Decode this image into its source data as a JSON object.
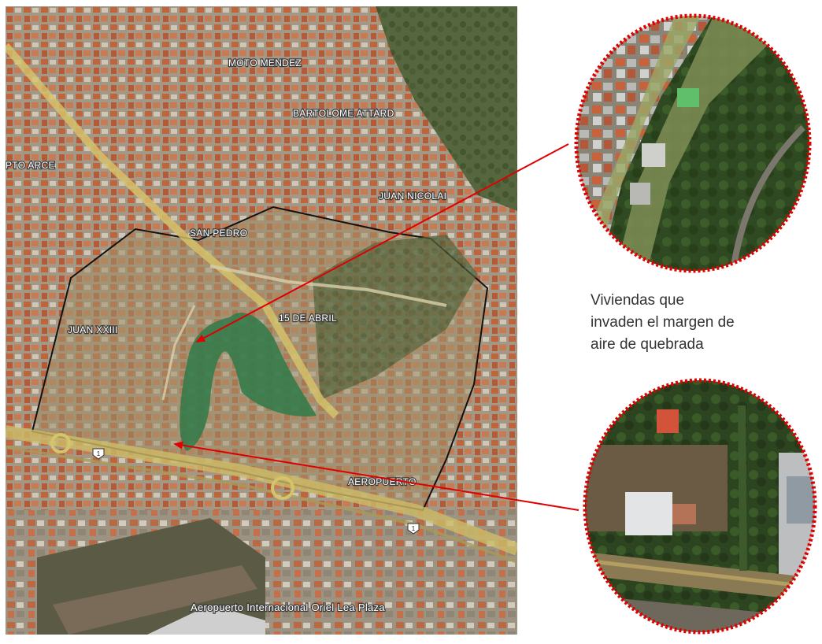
{
  "map": {
    "place_labels": [
      {
        "id": "moto-mendez",
        "text": "MOTO MENDEZ"
      },
      {
        "id": "bartolome-attard",
        "text": "BARTOLOME ATTARD"
      },
      {
        "id": "juan-nicolai",
        "text": "JUAN NICOLAI"
      },
      {
        "id": "san-pedro",
        "text": "SAN PEDRO"
      },
      {
        "id": "15-de-abril",
        "text": "15 DE ABRIL"
      },
      {
        "id": "juan-xxiii",
        "text": "JUAN XXIII"
      },
      {
        "id": "aeropuerto",
        "text": "AEROPUERTO"
      },
      {
        "id": "puerto-arce",
        "text": "PTO ARCE"
      },
      {
        "id": "airport",
        "text": "Aeropuerto Internacional Oriel Lea Plaza"
      }
    ],
    "route_shields": [
      "1",
      "1"
    ],
    "colors": {
      "roof": "#c0643c",
      "urban": "#a89b88",
      "vegetation": "#4f6a3a",
      "highlight_area": "#2f7a4a",
      "boundary": "#111111",
      "arrow": "#e00000",
      "zoom_border": "#e00000"
    }
  },
  "caption": {
    "lines": [
      "Viviendas que",
      "invaden el margen de",
      "aire de quebrada"
    ]
  }
}
